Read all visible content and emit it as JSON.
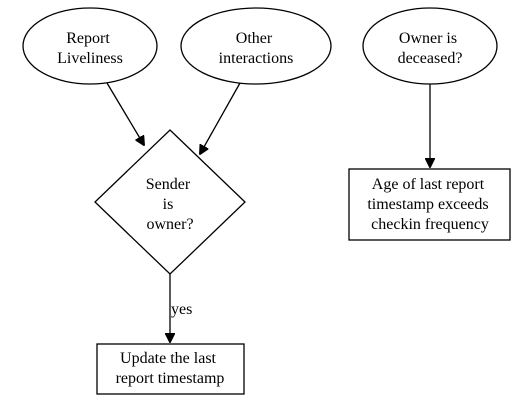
{
  "nodes": {
    "report_liveliness": {
      "shape": "ellipse",
      "lines": [
        "Report",
        "Liveliness"
      ]
    },
    "other_interactions": {
      "shape": "ellipse",
      "lines": [
        "Other",
        "interactions"
      ]
    },
    "owner_deceased": {
      "shape": "ellipse",
      "lines": [
        "Owner is",
        "deceased?"
      ]
    },
    "sender_is_owner": {
      "shape": "diamond",
      "lines": [
        "Sender",
        "is",
        "owner?"
      ]
    },
    "age_exceeds": {
      "shape": "box",
      "lines": [
        "Age of last report",
        "timestamp exceeds",
        "checkin frequency"
      ]
    },
    "update_timestamp": {
      "shape": "box",
      "lines": [
        "Update the last",
        "report timestamp"
      ]
    }
  },
  "edges": {
    "report_to_sender": {
      "from": "Report Liveliness",
      "to": "Sender is owner?",
      "label": ""
    },
    "other_to_sender": {
      "from": "Other interactions",
      "to": "Sender is owner?",
      "label": ""
    },
    "deceased_to_age": {
      "from": "Owner is deceased?",
      "to": "Age of last report timestamp exceeds checkin frequency",
      "label": ""
    },
    "sender_to_update": {
      "from": "Sender is owner?",
      "to": "Update the last report timestamp",
      "label": "yes"
    }
  }
}
